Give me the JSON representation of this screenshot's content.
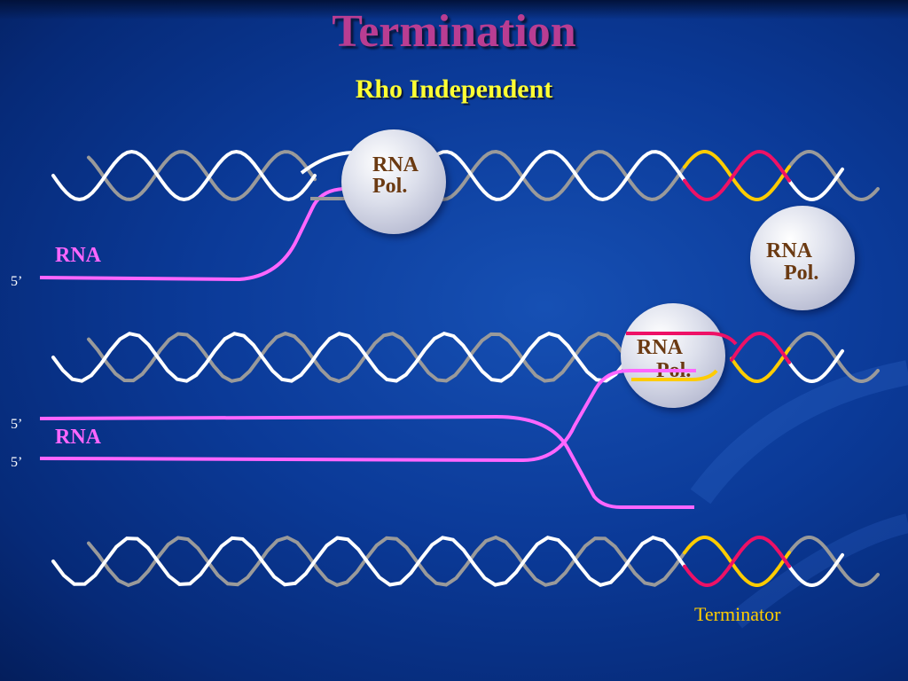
{
  "slide": {
    "title": "Termination",
    "subtitle": "Rho Independent"
  },
  "labels": {
    "rna": "RNA",
    "five_prime": "5’",
    "terminator": "Terminator"
  },
  "polymerase": {
    "line1": "RNA",
    "line2": "Pol."
  },
  "colors": {
    "background": "#0b3a98",
    "title": "#b93d92",
    "subtitle": "#ffff33",
    "dna_strand_a": "#ffffff",
    "dna_strand_b": "#9a9a9a",
    "terminator_a": "#ee1166",
    "terminator_b": "#ffcc00",
    "rna_strand": "#ff66ff",
    "rna_label": "#ff66ff",
    "pol_text": "#6b3a12",
    "terminator_label": "#ffcc00"
  },
  "icons": {
    "polymerase": "rna-polymerase-sphere-icon",
    "dna": "dna-double-helix-icon"
  }
}
